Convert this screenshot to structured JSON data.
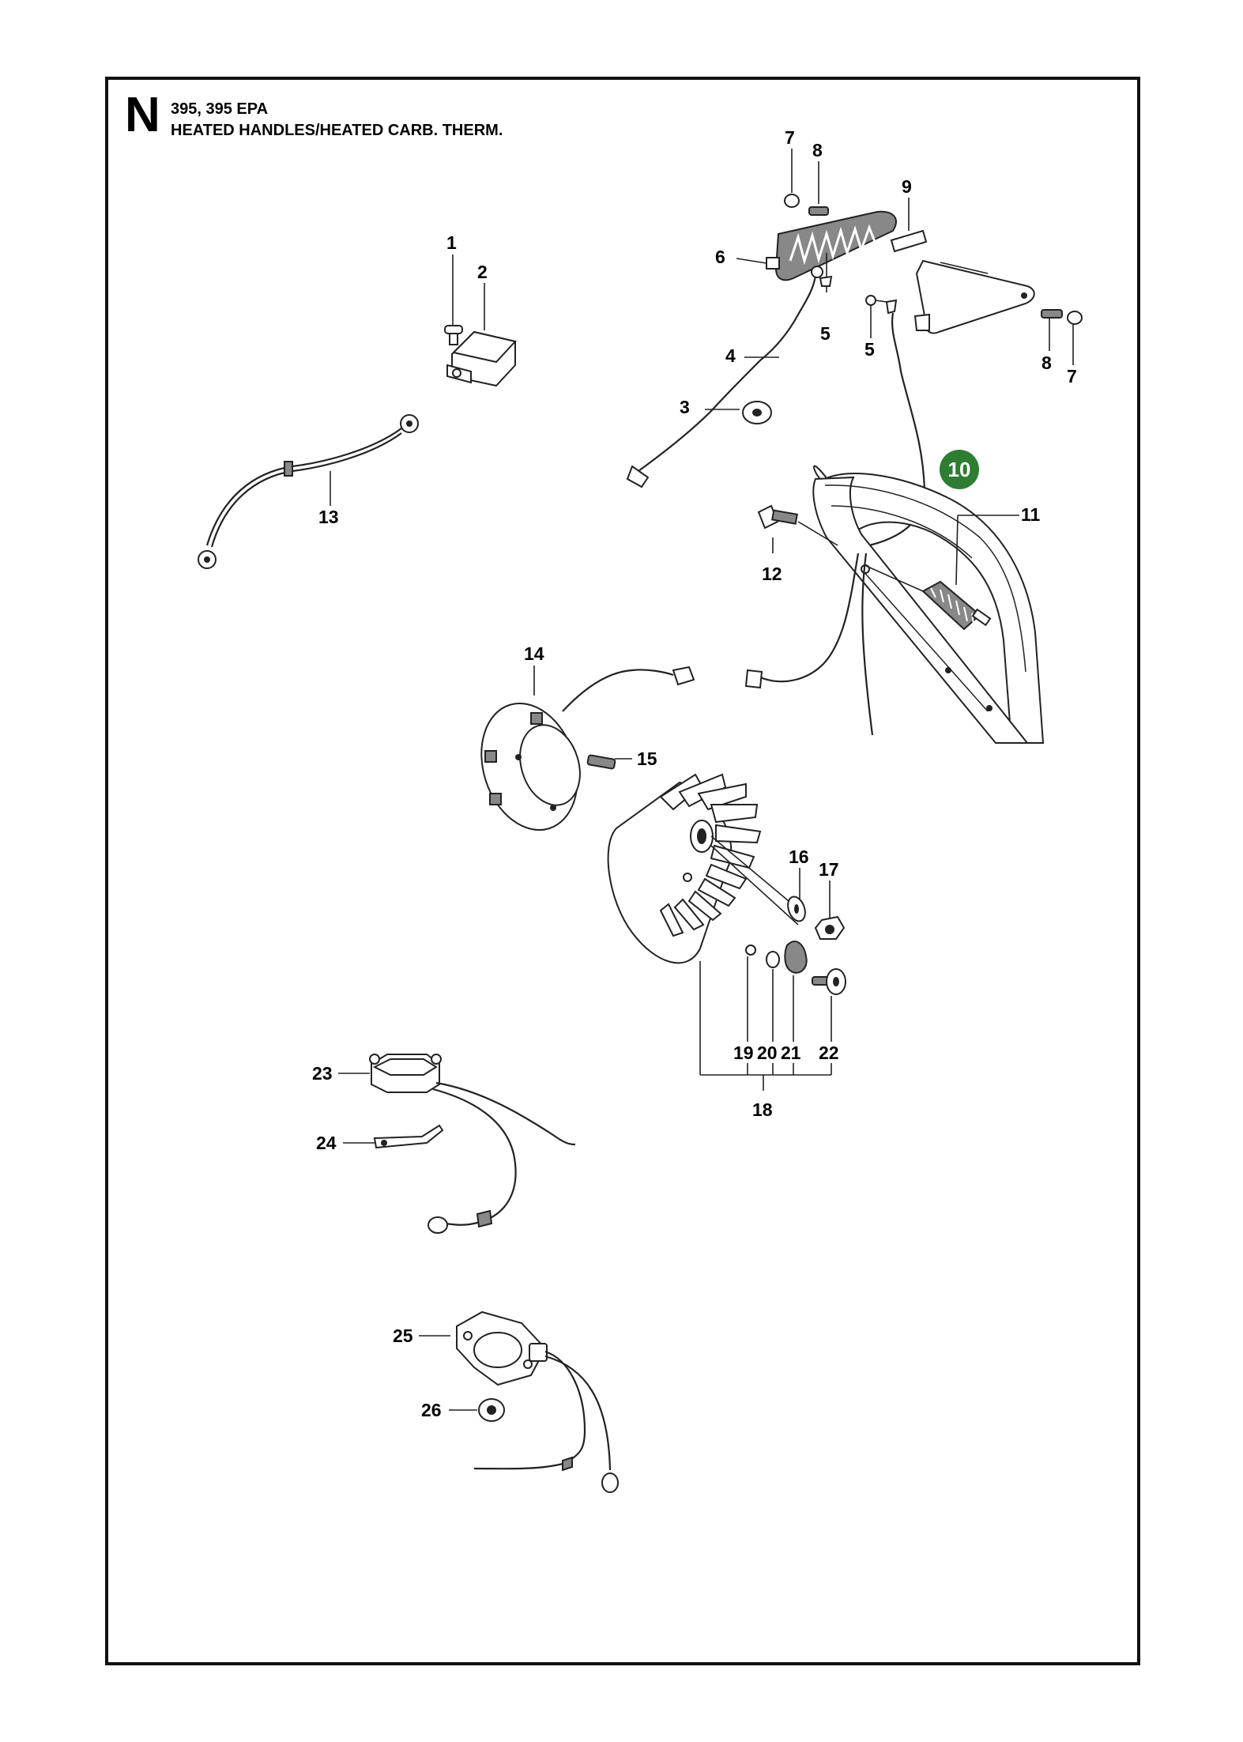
{
  "header": {
    "section_letter": "N",
    "models": "395, 395 EPA",
    "title": "HEATED HANDLES/HEATED CARB. THERM."
  },
  "highlight_color": "#2e7d32",
  "labels": [
    {
      "id": "1",
      "text": "1"
    },
    {
      "id": "2",
      "text": "2"
    },
    {
      "id": "3",
      "text": "3"
    },
    {
      "id": "4",
      "text": "4"
    },
    {
      "id": "5a",
      "text": "5"
    },
    {
      "id": "5b",
      "text": "5"
    },
    {
      "id": "6",
      "text": "6"
    },
    {
      "id": "7a",
      "text": "7"
    },
    {
      "id": "7b",
      "text": "7"
    },
    {
      "id": "8a",
      "text": "8"
    },
    {
      "id": "8b",
      "text": "8"
    },
    {
      "id": "9",
      "text": "9"
    },
    {
      "id": "10",
      "text": "10",
      "highlighted": true
    },
    {
      "id": "11",
      "text": "11"
    },
    {
      "id": "12",
      "text": "12"
    },
    {
      "id": "13",
      "text": "13"
    },
    {
      "id": "14",
      "text": "14"
    },
    {
      "id": "15",
      "text": "15"
    },
    {
      "id": "16",
      "text": "16"
    },
    {
      "id": "17",
      "text": "17"
    },
    {
      "id": "18",
      "text": "18"
    },
    {
      "id": "19",
      "text": "19"
    },
    {
      "id": "20",
      "text": "20"
    },
    {
      "id": "21",
      "text": "21"
    },
    {
      "id": "22",
      "text": "22"
    },
    {
      "id": "23",
      "text": "23"
    },
    {
      "id": "24",
      "text": "24"
    },
    {
      "id": "25",
      "text": "25"
    },
    {
      "id": "26",
      "text": "26"
    }
  ]
}
